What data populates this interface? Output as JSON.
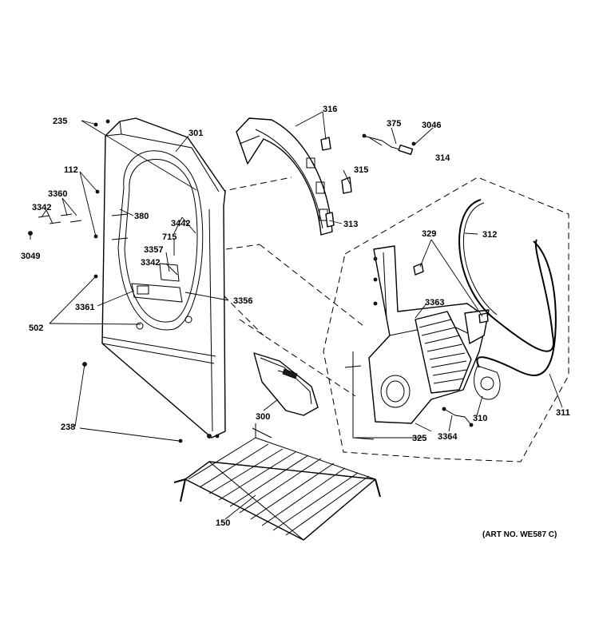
{
  "diagram": {
    "art_number": "(ART NO. WE587 C)",
    "callouts": {
      "c235": "235",
      "c301": "301",
      "c316": "316",
      "c375": "375",
      "c3046": "3046",
      "c112": "112",
      "c3360": "3360",
      "c3342a": "3342",
      "c3049": "3049",
      "c380": "380",
      "c3442": "3442",
      "c715": "715",
      "c3357": "3357",
      "c3342b": "3342",
      "c315": "315",
      "c314": "314",
      "c313": "313",
      "c329": "329",
      "c312": "312",
      "c3363": "3363",
      "c3361": "3361",
      "c3356": "3356",
      "c502": "502",
      "c300": "300",
      "c325": "325",
      "c3364": "3364",
      "c310": "310",
      "c311": "311",
      "c238": "238",
      "c150": "150"
    }
  }
}
